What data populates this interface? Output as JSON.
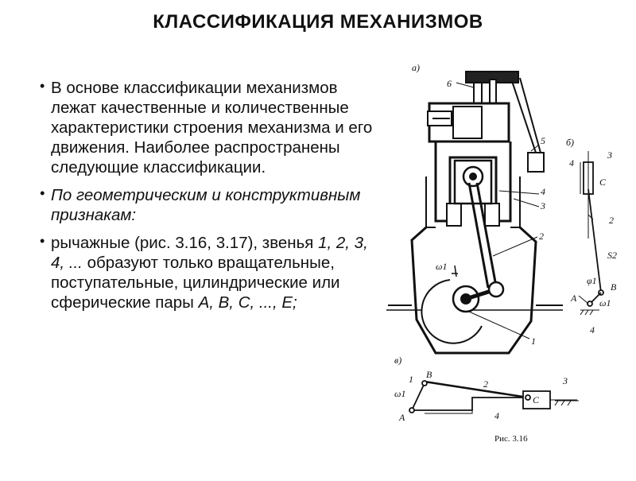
{
  "title": "КЛАССИФИКАЦИЯ МЕХАНИЗМОВ",
  "bullets": {
    "b1_text": "В основе классификации механизмов лежат качественные и количественные характеристики строения механизма и его движения. Наиболее распространены следующие классификации.",
    "b2_text": "По геометрическим и конструктивным признакам:",
    "b3_prefix": "рычажные (рис. 3.16, 3.17), звенья ",
    "b3_links": "1, 2, 3, 4, ...",
    "b3_mid": " образуют только вращательные, поступательные, цилиндрические или сферические пары ",
    "b3_pairs": "А, В, С, ..., Е;"
  },
  "figure": {
    "label_a": "а)",
    "label_b": "б)",
    "label_v": "в)",
    "caption": "Рис. 3.16",
    "numbers_a": {
      "n6": "6",
      "n5": "5",
      "n4": "4",
      "n3": "3",
      "n2": "2",
      "n1": "1",
      "omega": "ω1"
    },
    "numbers_b": {
      "n4": "4",
      "n3": "3",
      "nC": "С",
      "n2": "2",
      "nS2": "S2",
      "nB": "В",
      "nA": "А",
      "omega": "ω1",
      "n4b": "4",
      "phi": "φ1"
    },
    "numbers_v": {
      "n1": "1",
      "nB": "В",
      "n2": "2",
      "nC": "С",
      "n3": "3",
      "nA": "А",
      "n4": "4",
      "omega": "ω1"
    }
  }
}
